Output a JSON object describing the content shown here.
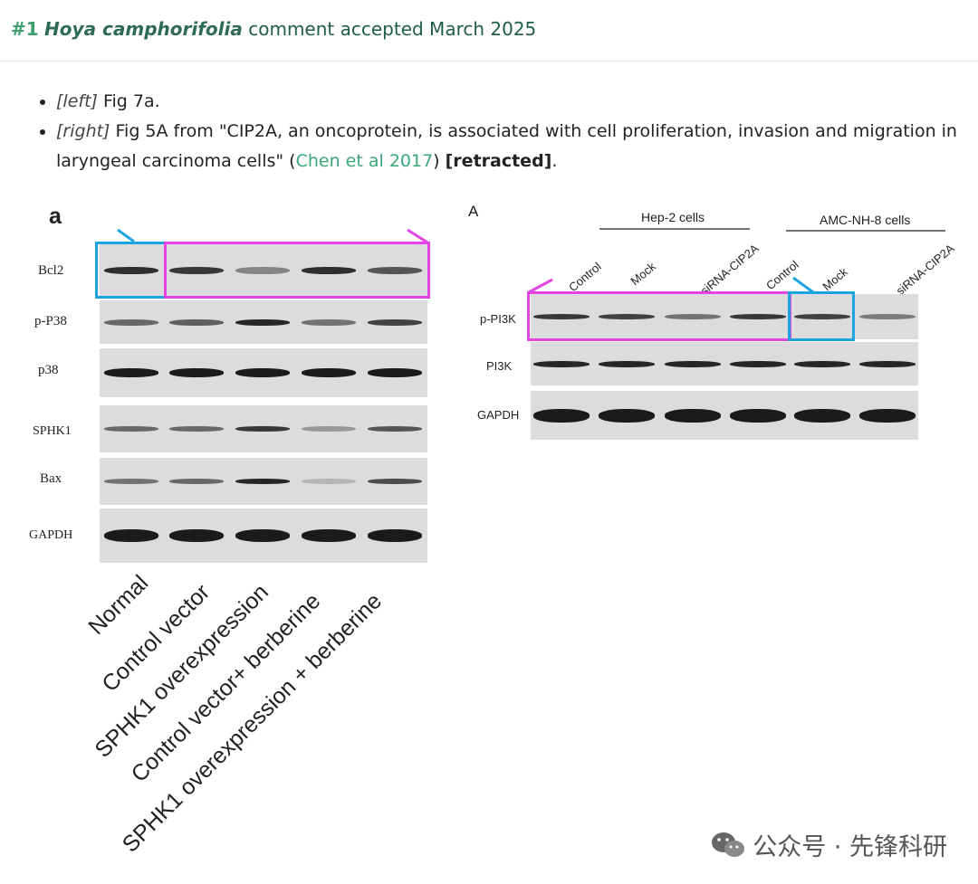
{
  "header": {
    "number": "#1",
    "species": "Hoya camphorifolia",
    "status": "comment accepted March 2025"
  },
  "bullets": {
    "b1": {
      "tag": "[left]",
      "text": " Fig 7a."
    },
    "b2": {
      "tag": "[right]",
      "text": " Fig 5A from \"CIP2A, an oncoprotein, is associated with cell proliferation, invasion and migration in laryngeal carcinoma cells\" (",
      "link": "Chen et al 2017",
      "after": ") ",
      "flag": "[retracted]",
      "end": "."
    }
  },
  "left_figure": {
    "letter": "a",
    "row_labels": [
      "Bcl2",
      "p-P38",
      "p38",
      "SPHK1",
      "Bax",
      "GAPDH"
    ],
    "lane_labels": [
      "Normal",
      "Control vector",
      "SPHK1 overexpression",
      "Control vector+ berberine",
      "SPHK1 overexpression + berberine"
    ]
  },
  "right_figure": {
    "letter": "A",
    "group1": "Hep-2 cells",
    "group2": "AMC-NH-8 cells",
    "lane_labels": [
      "Control",
      "Mock",
      "siRNA-CIP2A",
      "Control",
      "Mock",
      "siRNA-CIP2A"
    ],
    "row_labels": [
      "p-PI3K",
      "PI3K",
      "GAPDH"
    ]
  },
  "colors": {
    "magenta_box": "#e544e5",
    "cyan_box": "#1ca4e0",
    "link": "#3aa77a"
  },
  "watermark": {
    "text": "公众号 · 先锋科研",
    "icon": "wechat-icon"
  }
}
